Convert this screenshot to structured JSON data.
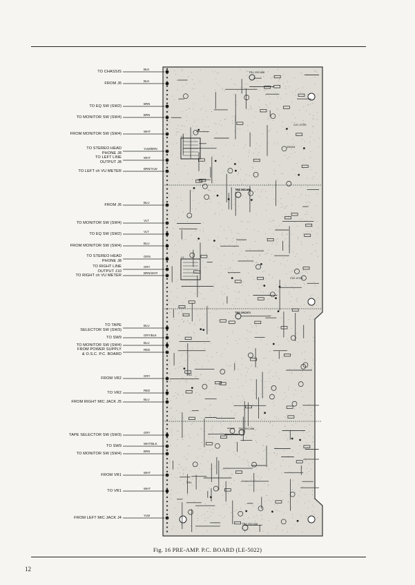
{
  "figure": {
    "caption": "Fig. 16  PRE-AMP. P.C. BOARD (LE-5022)",
    "page_number": "12"
  },
  "connections": [
    {
      "label": "TO CHASSIS",
      "code": "BLK"
    },
    {
      "label": "FROM J6",
      "code": "BLK"
    },
    {
      "label": "TO EQ SW (SW2)",
      "code": "BRN"
    },
    {
      "label": "TO MONITOR SW (SW4)",
      "code": "BRN"
    },
    {
      "label": "FROM MONITOR SW (SW4)",
      "code": "WHT"
    },
    {
      "label": "TO STEREO HEAD\nPHONE J8",
      "code": "YLW/BRN"
    },
    {
      "label": "TO LEFT LINE\nOUTPUT J8",
      "code": "WHT"
    },
    {
      "label": "TO LEFT ch VU METER",
      "code": "BRN/YLW"
    },
    {
      "label": "FROM J6",
      "code": "BLU"
    },
    {
      "label": "TO MONITOR SW (SW4)",
      "code": "VLT"
    },
    {
      "label": "TO EQ SW (SW2)",
      "code": "VLT"
    },
    {
      "label": "FROM MONITOR SW (SW4)",
      "code": "BLU"
    },
    {
      "label": "TO STEREO HEAD\nPHONE J8",
      "code": "GRN"
    },
    {
      "label": "TO RIGHT LINE\nOUTPUT J10",
      "code": "GRY"
    },
    {
      "label": "TO RIGHT ch VU METER",
      "code": "BRN/WHT"
    },
    {
      "label": "TO TAPE\nSELECTOR SW (SW3)",
      "code": "BLU"
    },
    {
      "label": "TO SW9",
      "code": "GRY/BLK"
    },
    {
      "label": "TO MONITOR SW (SW4)",
      "code": "BLU"
    },
    {
      "label": "FROM POWER SUPPLY\n& O.S.C. P.C. BOARD",
      "code": "RED"
    },
    {
      "label": "FROM VR2",
      "code": "GRY"
    },
    {
      "label": "TO VR2",
      "code": "RED"
    },
    {
      "label": "FROM RIGHT MIC JACK J5",
      "code": "BLU"
    },
    {
      "label": "TAPE SELECTOR SW (SW3)",
      "code": "GRY"
    },
    {
      "label": "TO SW9",
      "code": "WHT/BLK"
    },
    {
      "label": "TO MONITOR SW (SW4)",
      "code": "BRN"
    },
    {
      "label": "FROM VR1",
      "code": "WHT"
    },
    {
      "label": "TO VR1",
      "code": "WHT"
    },
    {
      "label": "FROM LEFT MIC JACK J4",
      "code": "YLW"
    }
  ],
  "components": [
    "TR1 2SC458",
    "TR2 2SC458",
    "TR3 2SC458",
    "TR4 2SC458",
    "TR5 2SC871",
    "TR6 2SC871",
    "TR7 2SC458",
    "TR8 2SC458",
    "1N34A",
    "C21 47/25",
    "C22 47/25",
    "VR1",
    "VR2",
    "L1",
    "L2"
  ],
  "colors": {
    "paper": "#f6f5f1",
    "board": "#dedcd5",
    "ink": "#1a1a1a"
  }
}
